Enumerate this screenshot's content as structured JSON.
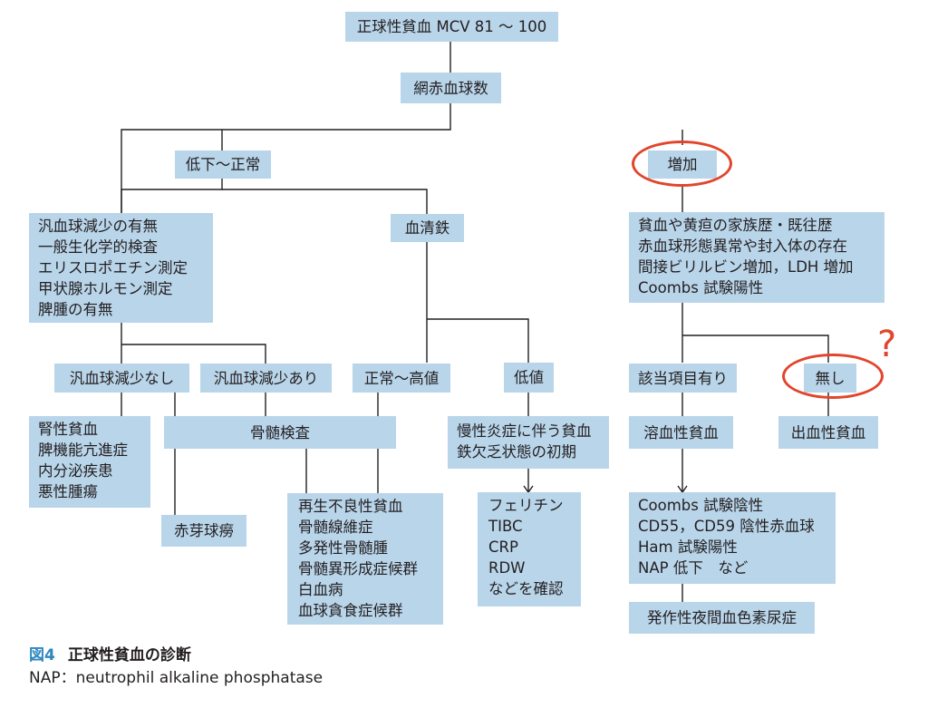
{
  "diagram": {
    "root": "正球性貧血 MCV 81 〜 100",
    "reticulocytes": "網赤血球数",
    "low_normal": "低下〜正常",
    "increased": "増加",
    "left_checks": [
      "汎血球減少の有無",
      "一般生化学的検査",
      "エリスロポエチン測定",
      "甲状腺ホルモン測定",
      "脾腫の有無"
    ],
    "serum_iron": "血清鉄",
    "right_checks": [
      "貧血や黄疸の家族歴・既往歴",
      "赤血球形態異常や封入体の存在",
      "間接ビリルビン増加，LDH 増加",
      "Coombs 試験陽性"
    ],
    "no_pancytopenia": "汎血球減少なし",
    "with_pancytopenia": "汎血球減少あり",
    "normal_high": "正常〜高値",
    "low_value": "低値",
    "applicable": "該当項目有り",
    "none": "無し",
    "renal_group": [
      "腎性貧血",
      "脾機能亢進症",
      "内分泌疾患",
      "悪性腫瘍"
    ],
    "bone_marrow": "骨髄検査",
    "chronic_group": [
      "慢性炎症に伴う貧血",
      "鉄欠乏状態の初期"
    ],
    "hemolytic": "溶血性貧血",
    "hemorrhagic": "出血性貧血",
    "red_cell_aplasia": "赤芽球癆",
    "marrow_group": [
      "再生不良性貧血",
      "骨髄線維症",
      "多発性骨髄腫",
      "骨髄異形成症候群",
      "白血病",
      "血球貪食症候群"
    ],
    "tests_group": [
      "フェリチン",
      "TIBC",
      "CRP",
      "RDW",
      "などを確認"
    ],
    "coombs_group": [
      "Coombs 試験陰性",
      "CD55，CD59 陰性赤血球",
      "Ham 試験陽性",
      "NAP 低下　など"
    ],
    "pnh": "発作性夜間血色素尿症",
    "annotation_mark": "?"
  },
  "caption": {
    "label": "図4",
    "title": "正球性貧血の診断"
  },
  "footnote": "NAP：neutrophil alkaline phosphatase",
  "colors": {
    "box_fill": "#b9d5ea",
    "line": "#231f20",
    "highlight": "#e2452c",
    "caption_label": "#2e86c1"
  }
}
